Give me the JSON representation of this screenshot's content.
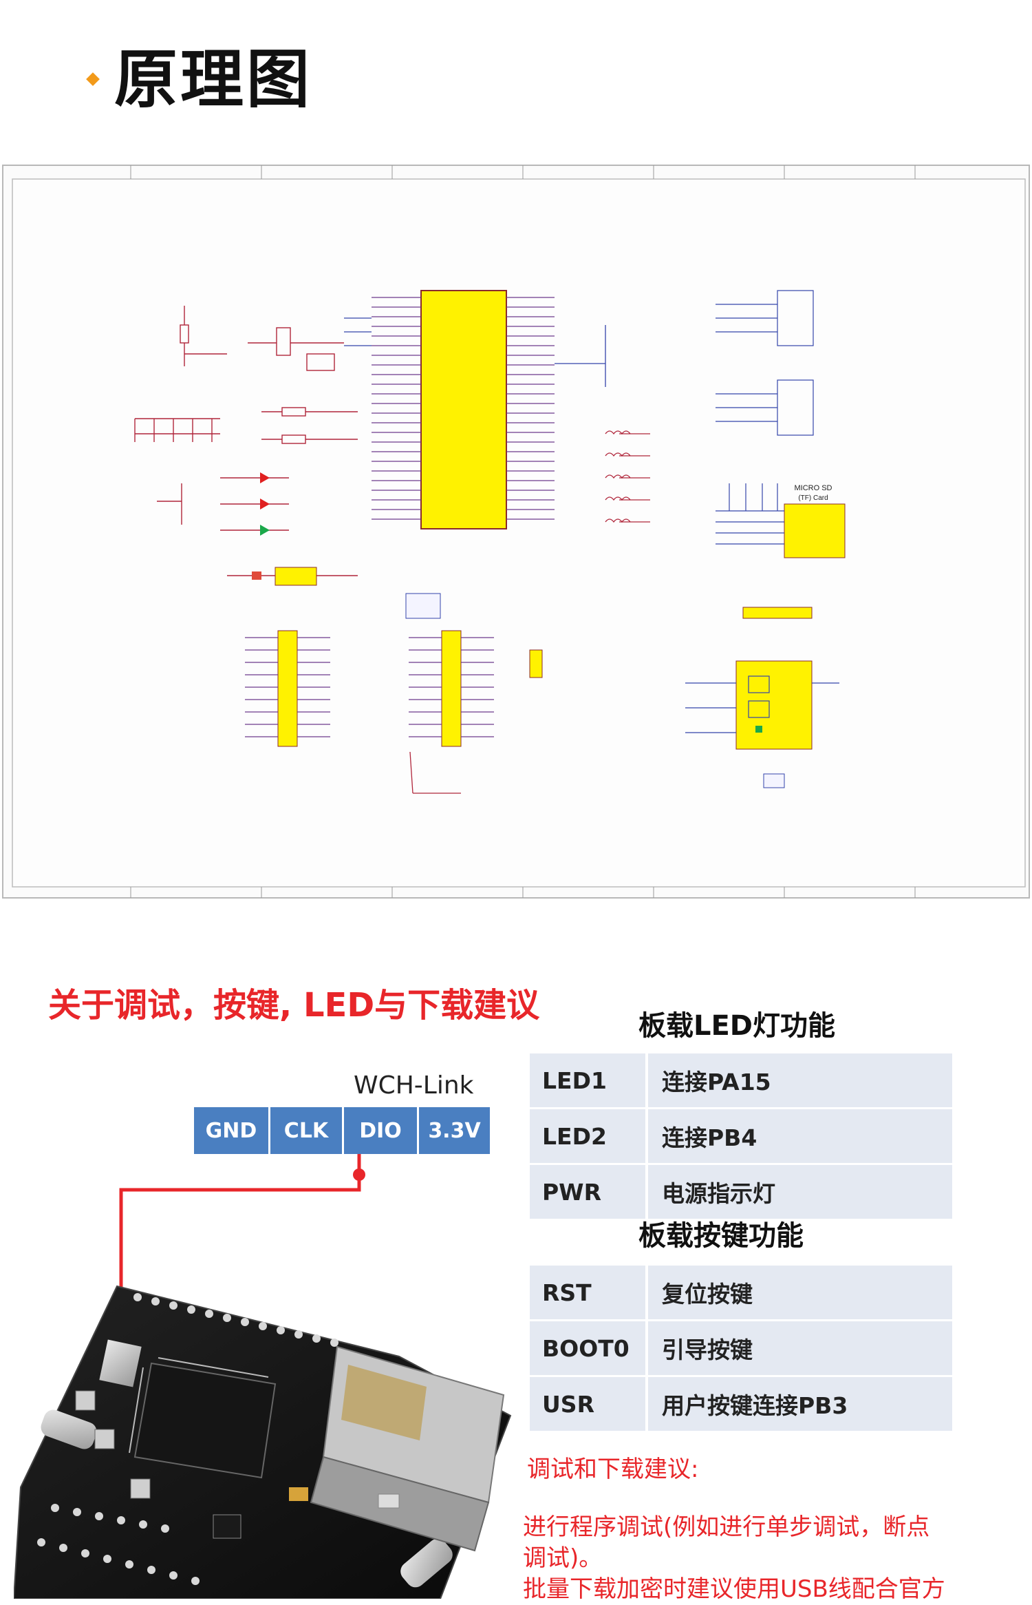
{
  "header": {
    "title": "原理图"
  },
  "section": {
    "title": "关于调试，按键, LED与下载建议"
  },
  "led_table": {
    "heading": "板载LED灯功能",
    "rows": [
      {
        "key": "LED1",
        "value": "连接PA15"
      },
      {
        "key": "LED2",
        "value": "连接PB4"
      },
      {
        "key": "PWR",
        "value": "电源指示灯"
      }
    ]
  },
  "button_table": {
    "heading": "板载按键功能",
    "rows": [
      {
        "key": "RST",
        "value": "复位按键"
      },
      {
        "key": "BOOT0",
        "value": "引导按键"
      },
      {
        "key": "USR",
        "value": "用户按键连接PB3"
      }
    ]
  },
  "wch_link": {
    "label": "WCH-Link",
    "pins": [
      "GND",
      "CLK",
      "DIO",
      "3.3V"
    ]
  },
  "schematic": {
    "texts": [
      "MICRO SD",
      "(TF) Card"
    ]
  },
  "advice": {
    "title": "调试和下载建议:",
    "lines": [
      "进行程序调试(例如进行单步调试，断点",
      "调试)。",
      "批量下载加密时建议使用USB线配合官方"
    ]
  },
  "colors": {
    "accent_red": "#e8262a",
    "pin_blue": "#4a7fc1",
    "table_bg": "#e4e9f2",
    "bullet_orange": "#f29a1a",
    "chip_yellow": "#fff200"
  }
}
